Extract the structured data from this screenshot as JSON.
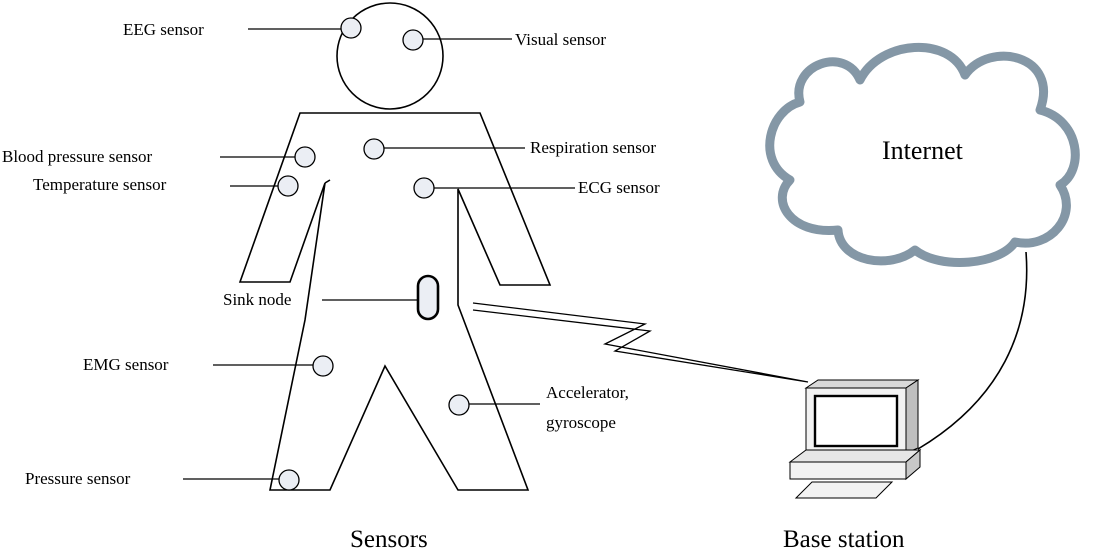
{
  "labels": {
    "eeg": "EEG sensor",
    "visual": "Visual sensor",
    "blood_pressure": "Blood pressure sensor",
    "temperature": "Temperature sensor",
    "respiration": "Respiration sensor",
    "ecg": "ECG sensor",
    "sink_node": "Sink node",
    "emg": "EMG sensor",
    "accelerator_line1": "Accelerator,",
    "accelerator_line2": "gyroscope",
    "pressure": "Pressure sensor"
  },
  "cloud": {
    "label": "Internet"
  },
  "captions": {
    "sensors": "Sensors",
    "base_station": "Base station"
  },
  "colors": {
    "cloud_fill": "#ffffff",
    "cloud_stroke": "#8497a6",
    "sensor_fill": "#ebeef4",
    "line": "#000000"
  }
}
